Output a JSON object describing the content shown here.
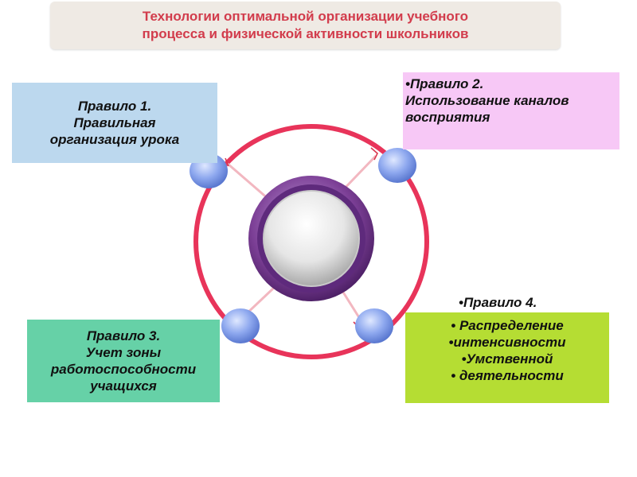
{
  "title": {
    "line1": "Технологии оптимальной организации учебного",
    "line2": "процесса и физической активности школьников"
  },
  "rules": {
    "rule1": [
      "Правило 1.",
      "Правильная",
      "организация урока"
    ],
    "rule2": [
      "•Правило 2.",
      " Использование каналов",
      " восприятия"
    ],
    "rule3": [
      "Правило 3.",
      "Учет зоны",
      "работоспособности",
      "учащихся"
    ],
    "rule4_header": "•Правило 4.",
    "rule4": [
      "• Распределение",
      "•интенсивности",
      "•Умственной",
      "• деятельности"
    ]
  },
  "colors": {
    "title_text": "#d23c4c",
    "ring": "#e8345a",
    "hub_ring": "#7c3f96",
    "node": "#8fa9ef",
    "rule1_bg": "#bcd8ee",
    "rule2_bg": "#f7c8f6",
    "rule3_bg": "#66d1a7",
    "rule4_bg": "#b5dd33"
  }
}
